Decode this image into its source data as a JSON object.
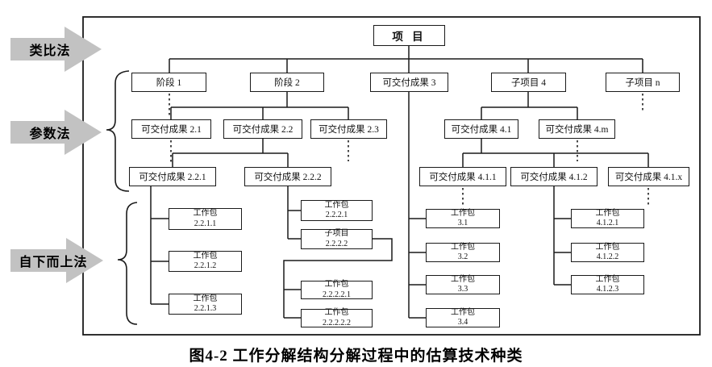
{
  "figure": {
    "caption": "图4-2  工作分解结构分解过程中的估算技术种类"
  },
  "methods": [
    {
      "label": "类比法"
    },
    {
      "label": "参数法"
    },
    {
      "label": "自下而上法"
    }
  ],
  "nodes": {
    "project": "项 目",
    "level1": [
      "阶段 1",
      "阶段 2",
      "可交付成果 3",
      "子项目 4",
      "子项目 n"
    ],
    "level2": [
      "可交付成果 2.1",
      "可交付成果 2.2",
      "可交付成果 2.3",
      "可交付成果 4.1",
      "可交付成果 4.m"
    ],
    "level3": [
      "可交付成果 2.2.1",
      "可交付成果 2.2.2",
      "可交付成果 4.1.1",
      "可交付成果 4.1.2",
      "可交付成果 4.1.x"
    ]
  },
  "workpackages": [
    {
      "line1": "工作包",
      "line2": "2.2.1.1"
    },
    {
      "line1": "工作包",
      "line2": "2.2.1.2"
    },
    {
      "line1": "工作包",
      "line2": "2.2.1.3"
    },
    {
      "line1": "工作包",
      "line2": "2.2.2.1"
    },
    {
      "line1": "子项目",
      "line2": "2.2.2.2"
    },
    {
      "line1": "工作包",
      "line2": "2.2.2.2.1"
    },
    {
      "line1": "工作包",
      "line2": "2.2.2.2.2"
    },
    {
      "line1": "工作包",
      "line2": "3.1"
    },
    {
      "line1": "工作包",
      "line2": "3.2"
    },
    {
      "line1": "工作包",
      "line2": "3.3"
    },
    {
      "line1": "工作包",
      "line2": "3.4"
    },
    {
      "line1": "工作包",
      "line2": "4.1.2.1"
    },
    {
      "line1": "工作包",
      "line2": "4.1.2.2"
    },
    {
      "line1": "工作包",
      "line2": "4.1.2.3"
    }
  ],
  "colors": {
    "line": "#1a1a1a",
    "arrow_fill": "#c2c2c2",
    "box_background": "#ffffff",
    "text": "#111111"
  }
}
